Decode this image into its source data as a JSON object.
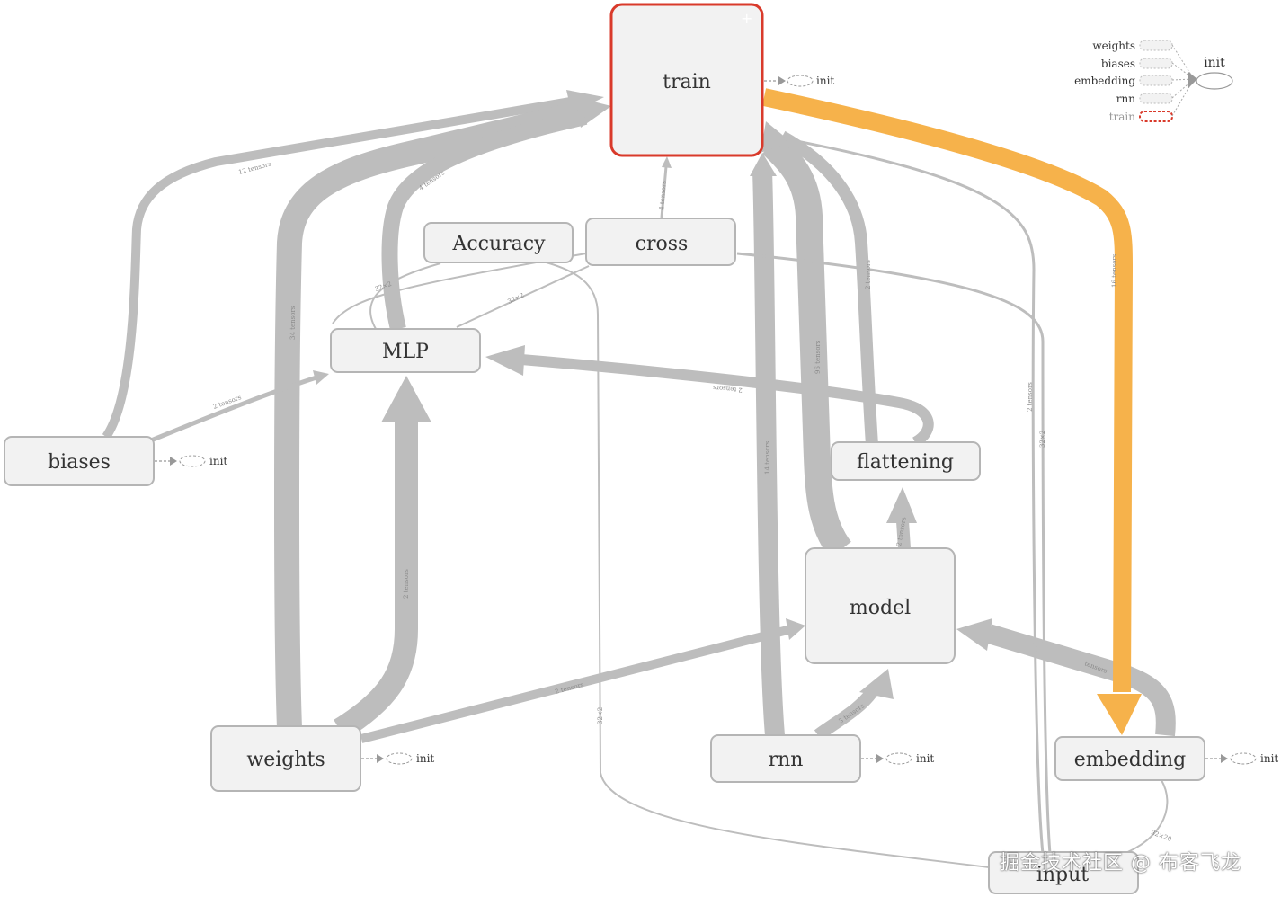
{
  "nodes": {
    "train": "train",
    "accuracy": "Accuracy",
    "cross": "cross",
    "mlp": "MLP",
    "biases": "biases",
    "flattening": "flattening",
    "model": "model",
    "weights": "weights",
    "rnn": "rnn",
    "embedding": "embedding",
    "input": "input"
  },
  "init_label": "init",
  "edge_labels": {
    "biases_train": "12 tensors",
    "mlp_train": "4 tensors",
    "cross_train": "4 tensors",
    "weights_train": "34 tensors",
    "biases_mlp": "2 tensors",
    "mlp_accuracy": "32×2",
    "mlp_cross": "32×2",
    "flattening_mlp": "2 tensors",
    "weights_mlp": "2 tensors",
    "weights_model": "2 tensors",
    "rnn_train": "14 tensors",
    "model_train": "96 tensors",
    "flattening_train": "2 tensors",
    "model_flattening": "2 tensors",
    "rnn_model": "3 tensors",
    "train_embedding": "16 tensors",
    "embedding_model": "tensors",
    "input_train": "2 tensors",
    "input_cross": "32×2",
    "input_accuracy": "32×2",
    "input_embedding": "32×20"
  },
  "legend": {
    "items": [
      "weights",
      "biases",
      "embedding",
      "rnn",
      "train"
    ],
    "target": "init"
  },
  "colors": {
    "edge": "#bdbdbd",
    "highlight_edge": "#f6b24b",
    "selected_border": "#d93a2b",
    "node_fill": "#f2f2f2"
  },
  "watermark": "掘金技术社区 @ 布客飞龙"
}
